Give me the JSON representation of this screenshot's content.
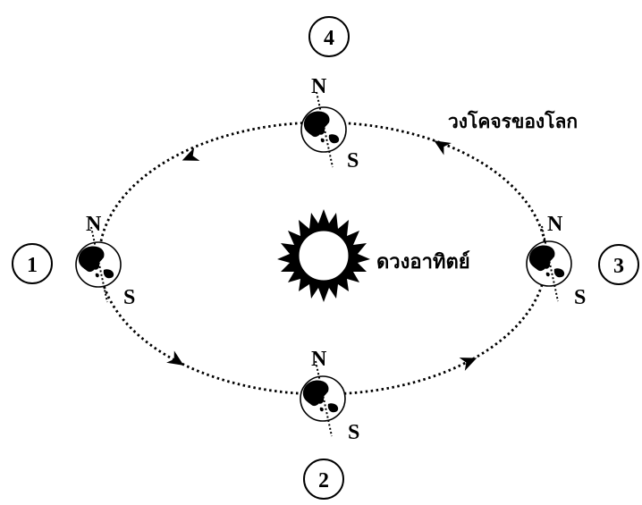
{
  "labels": {
    "orbit": "วงโคจรของโลก",
    "sun": "ดวงอาทิตย์"
  },
  "positions": [
    {
      "number": "1",
      "north": "N",
      "south": "S"
    },
    {
      "number": "2",
      "north": "N",
      "south": "S"
    },
    {
      "number": "3",
      "north": "N",
      "south": "S"
    },
    {
      "number": "4",
      "north": "N",
      "south": "S"
    }
  ],
  "colors": {
    "ink": "#000000",
    "background": "#ffffff"
  },
  "icons": {
    "sun": "sun-icon",
    "earth": "earth-globe-icon",
    "arrow": "orbit-direction-arrow-icon"
  }
}
